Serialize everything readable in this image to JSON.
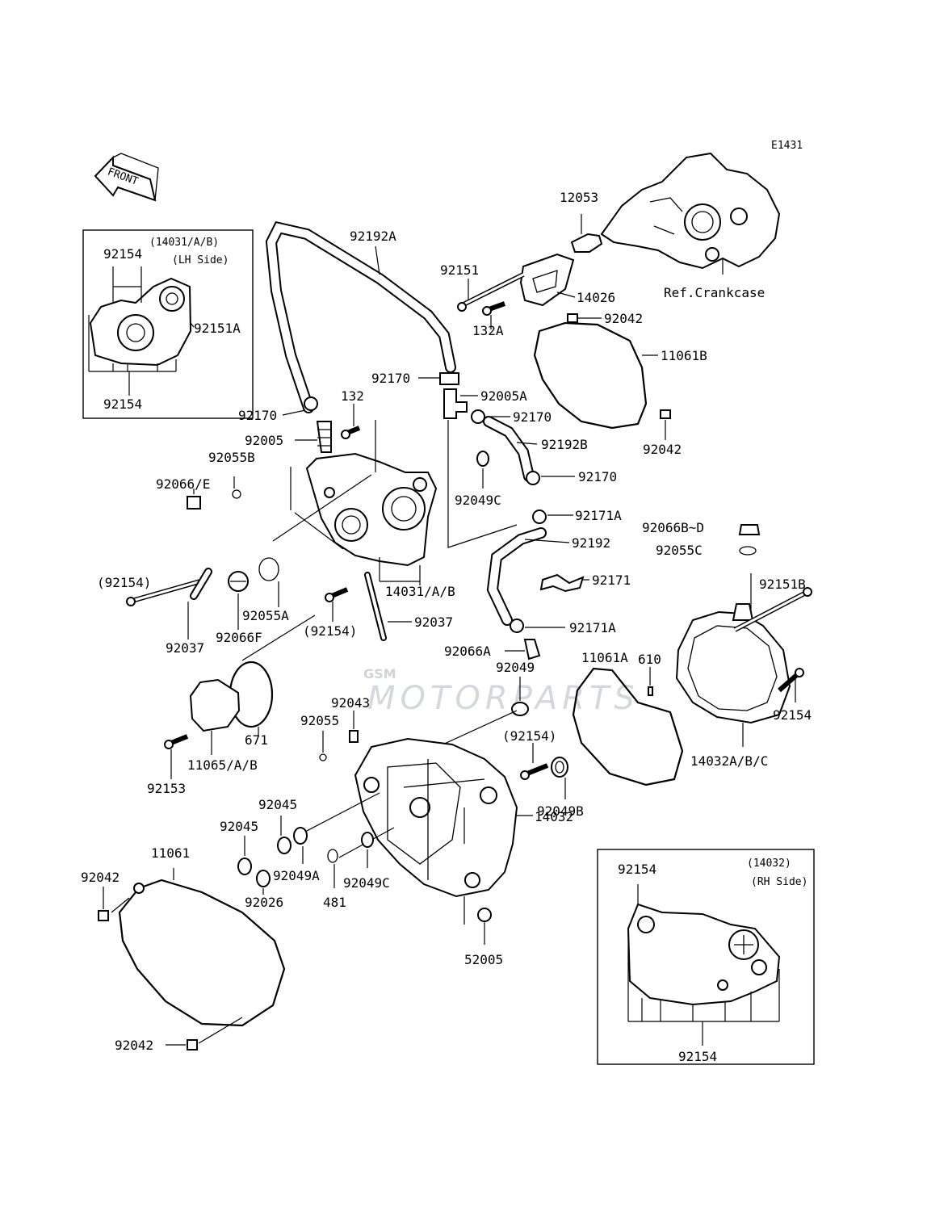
{
  "diagram_code": "E1431",
  "front_label": "FRONT",
  "watermark": {
    "logo": "GSM",
    "brand": "MOTORPARTS"
  },
  "reference": "Ref.Crankcase",
  "inset_left": {
    "title_line1": "(14031/A/B)",
    "title_line2": "(LH Side)",
    "top_label": "92154",
    "right_label": "92151A",
    "bottom_label": "92154"
  },
  "inset_right": {
    "title_line1": "(14032)",
    "title_line2": "(RH Side)",
    "top_label": "92154",
    "bottom_label": "92154"
  },
  "labels": {
    "l12053": "12053",
    "l92192A": "92192A",
    "l92151": "92151",
    "l14026": "14026",
    "l132A": "132A",
    "l92042a": "92042",
    "l11061B": "11061B",
    "l92170a": "92170",
    "l92005A": "92005A",
    "l132": "132",
    "l92170b": "92170",
    "l92170c": "92170",
    "l92005": "92005",
    "l92192B": "92192B",
    "l92042b": "92042",
    "l92055B": "92055B",
    "l92066E": "92066/E",
    "l92049C": "92049C",
    "l92170d": "92170",
    "l92171A": "92171A",
    "l92066BD": "92066B~D",
    "l92192": "92192",
    "l92055C": "92055C",
    "l92151B": "92151B",
    "l92154p1": "(92154)",
    "l92171": "92171",
    "l14031AB": "14031/A/B",
    "l92171A2": "92171A",
    "l92055A": "92055A",
    "l92037a": "92037",
    "l92037b": "92037",
    "l92066F": "92066F",
    "l92154p2": "(92154)",
    "l92066A": "92066A",
    "l11061A": "11061A",
    "l610": "610",
    "l92049": "92049",
    "l92043": "92043",
    "l92055": "92055",
    "l671": "671",
    "l92154p3": "(92154)",
    "l92154r": "92154",
    "l11065": "11065/A/B",
    "l92153": "92153",
    "l14032ABC": "14032A/B/C",
    "l92049B": "92049B",
    "l92045a": "92045",
    "l92045b": "92045",
    "l11061": "11061",
    "l14032": "14032",
    "l92042c": "92042",
    "l92026": "92026",
    "l92049A": "92049A",
    "l481": "481",
    "l92049C2": "92049C",
    "l52005": "52005",
    "l92042d": "92042"
  }
}
